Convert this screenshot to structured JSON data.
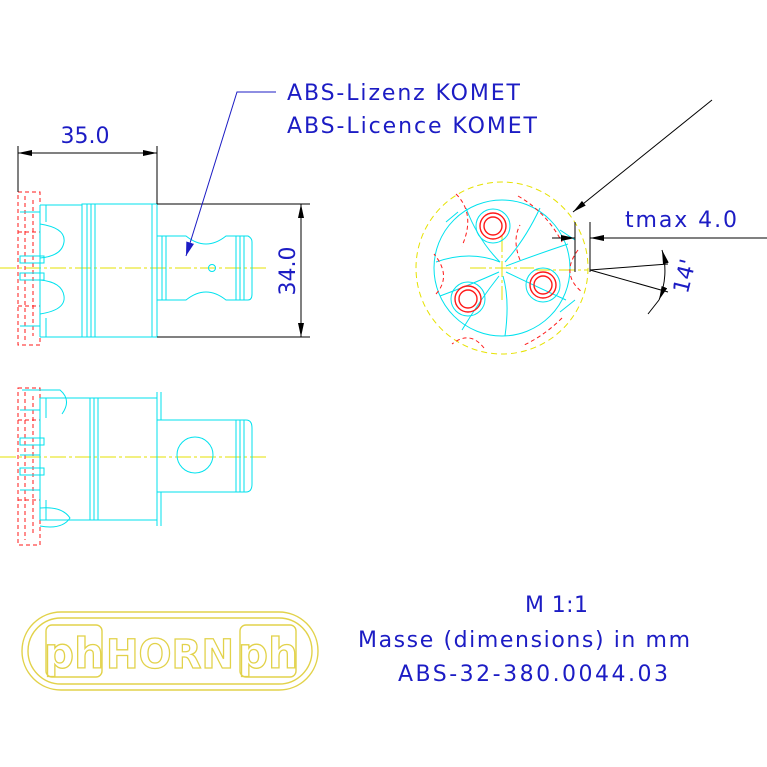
{
  "annotations": {
    "license_de": "ABS-Lizenz KOMET",
    "license_en": "ABS-Licence KOMET"
  },
  "dimensions": {
    "length": "35.0",
    "diameter": "34.0",
    "tmax": "tmax 4.0",
    "angle": "14'"
  },
  "title_block": {
    "scale": "M 1:1",
    "units": "Masse (dimensions) in mm",
    "part_number": "ABS-32-380.0044.03"
  },
  "logo": {
    "left": "ph",
    "center": "HORN",
    "right": "ph"
  },
  "colors": {
    "cyan": "#00e2ee",
    "red": "#ff1a1a",
    "yellow": "#e6e200",
    "blue": "#1c1cc4",
    "black": "#000000",
    "logo": "#e2d24a"
  }
}
